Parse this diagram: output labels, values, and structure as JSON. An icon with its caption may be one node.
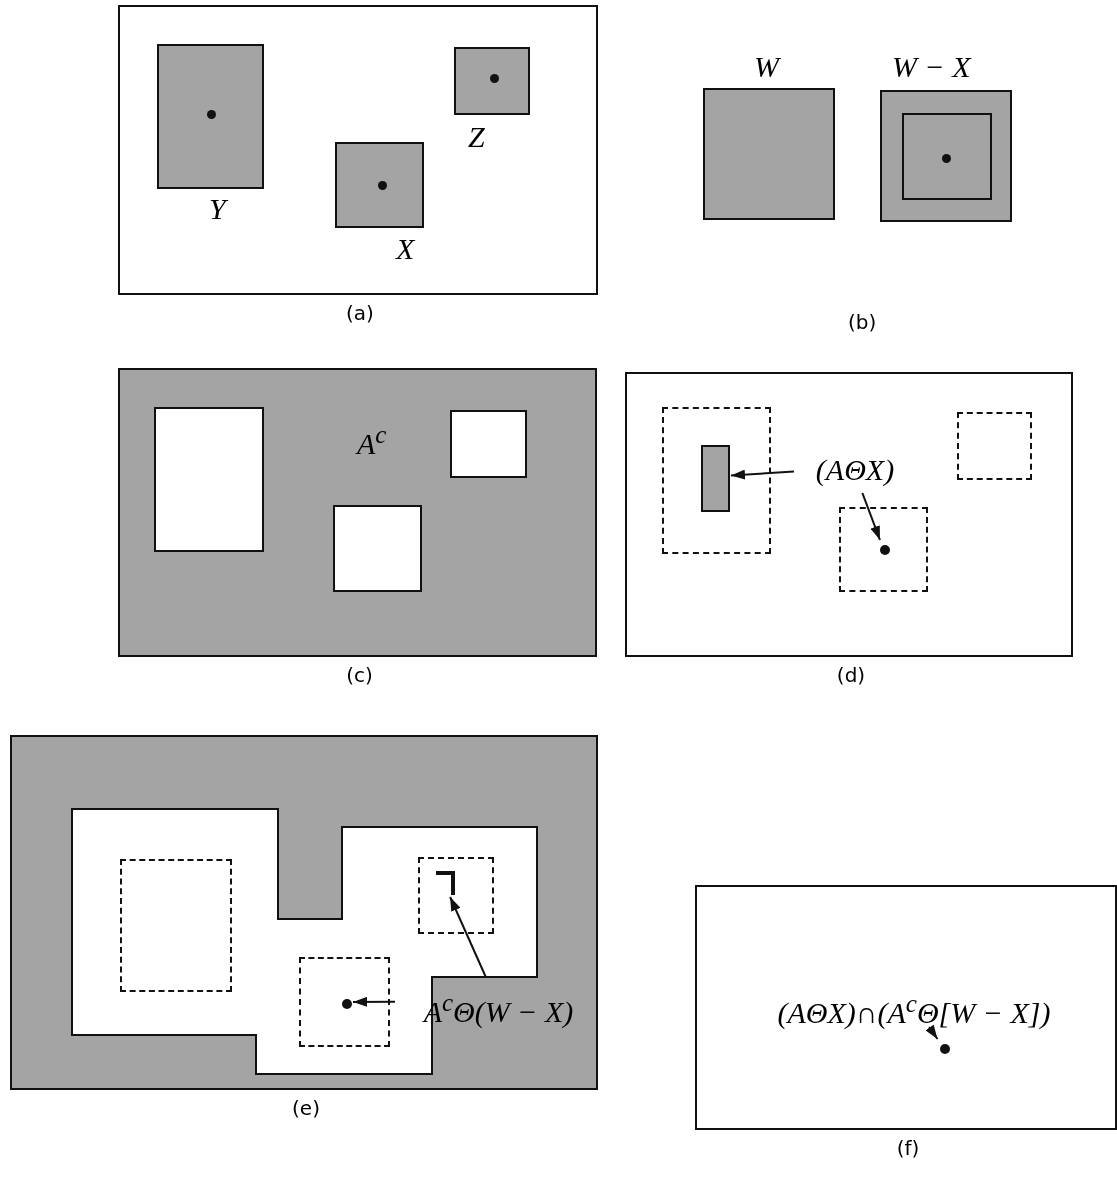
{
  "diagram": {
    "nodes": [
      {
        "text": [
          "(a)"
        ]
      },
      {
        "text": [
          "Y"
        ],
        "in": 0
      },
      {
        "text": [
          "Z"
        ],
        "in": 0
      },
      {
        "text": [
          "X"
        ],
        "in": 0
      },
      {
        "text": [
          "W"
        ]
      },
      {
        "text": [
          "W − X"
        ]
      },
      {
        "text": [
          "(c)"
        ]
      },
      {
        "text": [
          "(d)"
        ]
      },
      {
        "text": [],
        "shape": "box",
        "in": 7
      },
      {
        "text": [
          "(AΘX)"
        ],
        "in": 7
      },
      {
        "text": [],
        "shape": "circle",
        "in": 7
      },
      {
        "text": [
          "(e)"
        ]
      },
      {
        "text": [],
        "shape": "corner",
        "in": 11
      },
      {
        "text": [],
        "shape": "circle",
        "in": 11
      },
      {
        "text": [
          "A$^{c}$Θ(W − X)"
        ],
        "in": 11
      },
      {
        "text": [
          "(f)"
        ]
      },
      {
        "text": [
          "(AΘX)∩(A$^{c}$Θ[W − X])"
        ],
        "in": 15
      },
      {
        "text": [],
        "shape": "circle",
        "in": 15
      },
      {
        "text": [],
        "shape": "box",
        "in": 6
      },
      {
        "text": [],
        "shape": "box",
        "in": 6
      },
      {
        "text": [],
        "shape": "box",
        "in": 6
      }
    ],
    "edges": [
      {
        "from": 9,
        "to": 8,
        "arrow": "to"
      },
      {
        "from": 9,
        "to": 10,
        "arrow": "to"
      },
      {
        "from": 14,
        "to": 13,
        "arrow": "to"
      },
      {
        "from": 14,
        "to": 12,
        "arrow": "to"
      },
      {
        "from": 16,
        "to": 17,
        "arrow": "to"
      }
    ],
    "labels": [
      "(b)",
      "A$^{c}$"
    ]
  }
}
